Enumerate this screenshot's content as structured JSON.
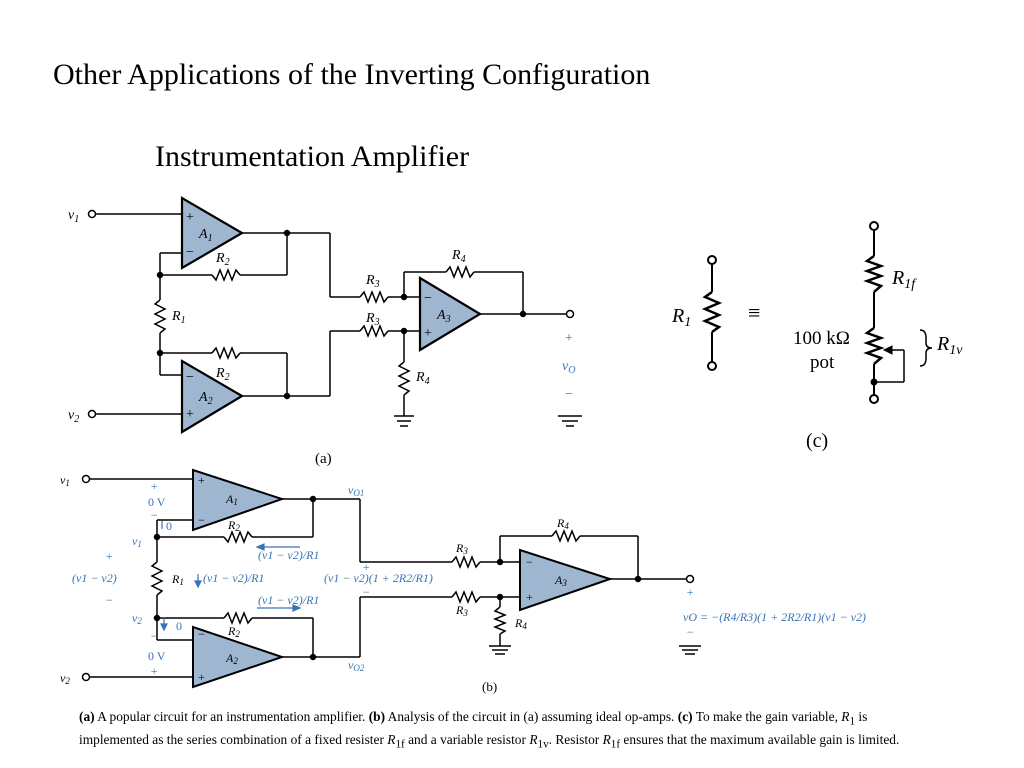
{
  "slide": {
    "title": "Other Applications of the Inverting Configuration",
    "subtitle": "Instrumentation Amplifier"
  },
  "figure_a": {
    "label": "(a)",
    "inputs": [
      "v1",
      "v2"
    ],
    "opamps": [
      "A1",
      "A2",
      "A3"
    ],
    "resistors": [
      "R1",
      "R2",
      "R2",
      "R3",
      "R3",
      "R4",
      "R4"
    ],
    "output": "vO"
  },
  "figure_b": {
    "label": "(b)",
    "annotations": {
      "zero_v": "0 V",
      "zero": "0",
      "vo1": "vO1",
      "vo2": "vO2",
      "diff_current": "(v1 − v2)/R1",
      "diff_voltage": "(v1 − v2)",
      "gain_term": "(v1 − v2)(1 + 2R2/R1)"
    },
    "equation": "vO = −(R4/R3)(1 + 2R2/R1)(v1 − v2)"
  },
  "figure_c": {
    "label": "(c)",
    "equiv": "≡",
    "pot_label_1": "100 kΩ",
    "pot_label_2": "pot",
    "r1": "R1",
    "r1f": "R1f",
    "r1v": "R1v"
  },
  "caption": {
    "a_tag": "(a)",
    "a_text": " A popular circuit for an instrumentation amplifier.  ",
    "b_tag": "(b)",
    "b_text": " Analysis of the circuit in (a) assuming ideal op-amps.  ",
    "c_tag": "(c)",
    "c_text_1": " To make the gain variable, ",
    "c_text_2": " is implemented as the series combination of a fixed resister ",
    "c_text_3": " and a variable resistor ",
    "c_text_4": ".  Resistor ",
    "c_text_5": " ensures that the maximum available gain is limited.",
    "sym_r1": "R",
    "sub_1": "1",
    "sub_1f": "1f",
    "sub_1v": "1v"
  },
  "colors": {
    "amp_fill": "#9fb6d1",
    "annotation_blue": "#3a73b5",
    "ink": "#000000"
  }
}
